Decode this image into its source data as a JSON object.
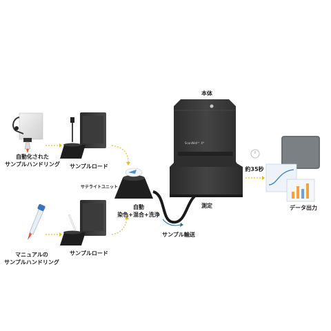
{
  "labels": {
    "auto_handling_line1": "自動化された",
    "auto_handling_line2": "サンプルハンドリング",
    "sample_load_top": "サンプルロード",
    "satellite_unit": "サテライトユニット",
    "auto_line1": "自動",
    "auto_line2": "染色+混合+洗浄",
    "manual_handling_line1": "マニュアルの",
    "manual_handling_line2": "サンプルハンドリング",
    "sample_load_bottom": "サンプルロード",
    "sample_transport": "サンプル輸送",
    "measurement": "測定",
    "main_unit": "本体",
    "duration": "約35秒",
    "data_output": "データ出力",
    "device_brand": "ScanWell™ X*"
  },
  "colors": {
    "arrow_yellow": "#f2b61c",
    "device_dark": "#3a3a3a",
    "device_darker": "#232323",
    "transport_arrow": "#2e6b9a"
  }
}
